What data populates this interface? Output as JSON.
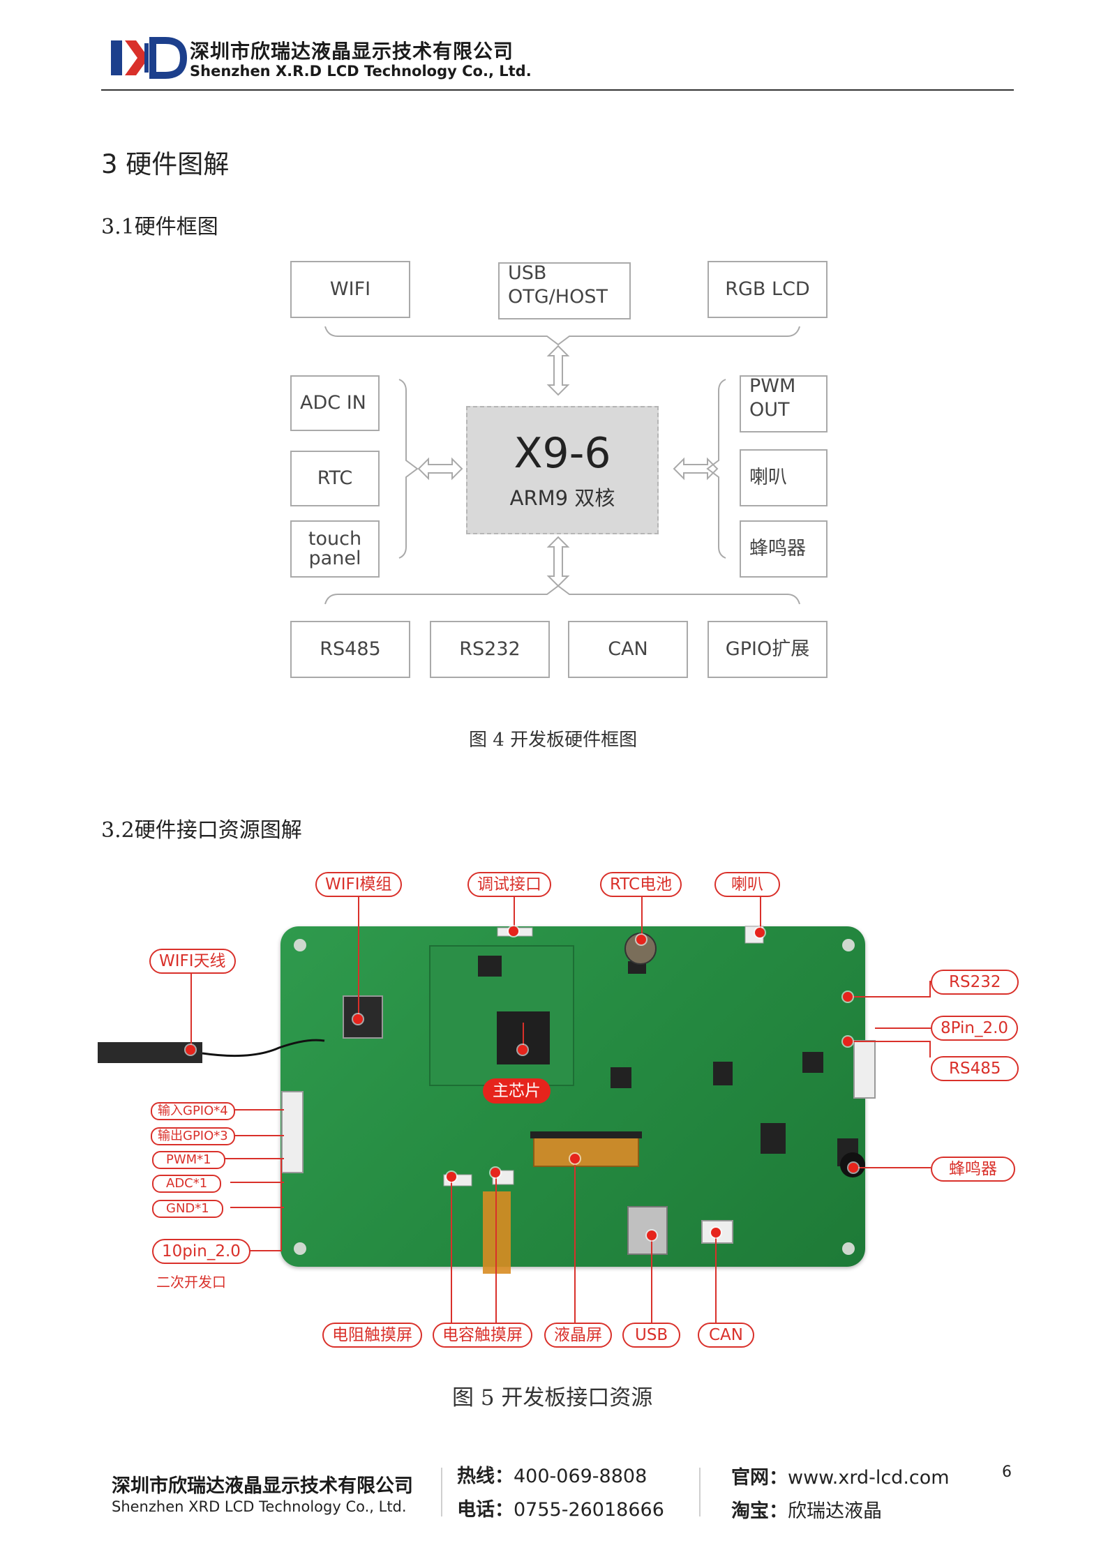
{
  "header": {
    "company_cn": "深圳市欣瑞达液晶显示技术有限公司",
    "company_en": "Shenzhen X.R.D LCD Technology Co., Ltd."
  },
  "section": {
    "h1": "3 硬件图解",
    "h2_block": "3.1硬件框图",
    "h2_interface": "3.2硬件接口资源图解"
  },
  "diagram": {
    "top": {
      "wifi": "WIFI",
      "usb_1": "USB",
      "usb_2": "OTG/HOST",
      "rgb": "RGB LCD"
    },
    "left": {
      "adc": "ADC IN",
      "rtc": "RTC",
      "touch_1": "touch",
      "touch_2": "panel"
    },
    "right": {
      "pwm_1": "PWM",
      "pwm_2": "OUT",
      "speaker": "喇叭",
      "buzzer": "蜂鸣器"
    },
    "chip": {
      "title": "X9-6",
      "subtitle": "ARM9 双核"
    },
    "bottom": {
      "rs485": "RS485",
      "rs232": "RS232",
      "can": "CAN",
      "gpio": "GPIO扩展"
    },
    "caption": "图 4 开发板硬件框图"
  },
  "photo": {
    "labels": {
      "wifi_module": "WIFI模组",
      "debug": "调试接口",
      "rtc_battery": "RTC电池",
      "speaker": "喇叭",
      "wifi_antenna": "WIFI天线",
      "rs232": "RS232",
      "pin8": "8Pin_2.0",
      "rs485": "RS485",
      "main_chip": "主芯片",
      "gpio_in": "输入GPIO*4",
      "gpio_out": "输出GPIO*3",
      "pwm": "PWM*1",
      "adc": "ADC*1",
      "gnd": "GND*1",
      "pin10": "10pin_2.0",
      "secondary_dev": "二次开发口",
      "buzzer": "蜂鸣器",
      "resistive_touch": "电阻触摸屏",
      "capacitive_touch": "电容触摸屏",
      "lcd": "液晶屏",
      "usb": "USB",
      "can": "CAN"
    },
    "caption": "图 5 开发板接口资源"
  },
  "footer": {
    "company_cn": "深圳市欣瑞达液晶显示技术有限公司",
    "company_en": "Shenzhen XRD LCD Technology Co., Ltd.",
    "hotline_label": "热线：",
    "hotline": "400-069-8808",
    "phone_label": "电话：",
    "phone": "0755-26018666",
    "web_label": "官网：",
    "web": "www.xrd-lcd.com",
    "taobao_label": "淘宝：",
    "taobao": "欣瑞达液晶",
    "page": "6"
  },
  "colors": {
    "accent_red": "#d9302a",
    "board_green": "#258a41",
    "chip_gray": "#d9d9d9"
  }
}
